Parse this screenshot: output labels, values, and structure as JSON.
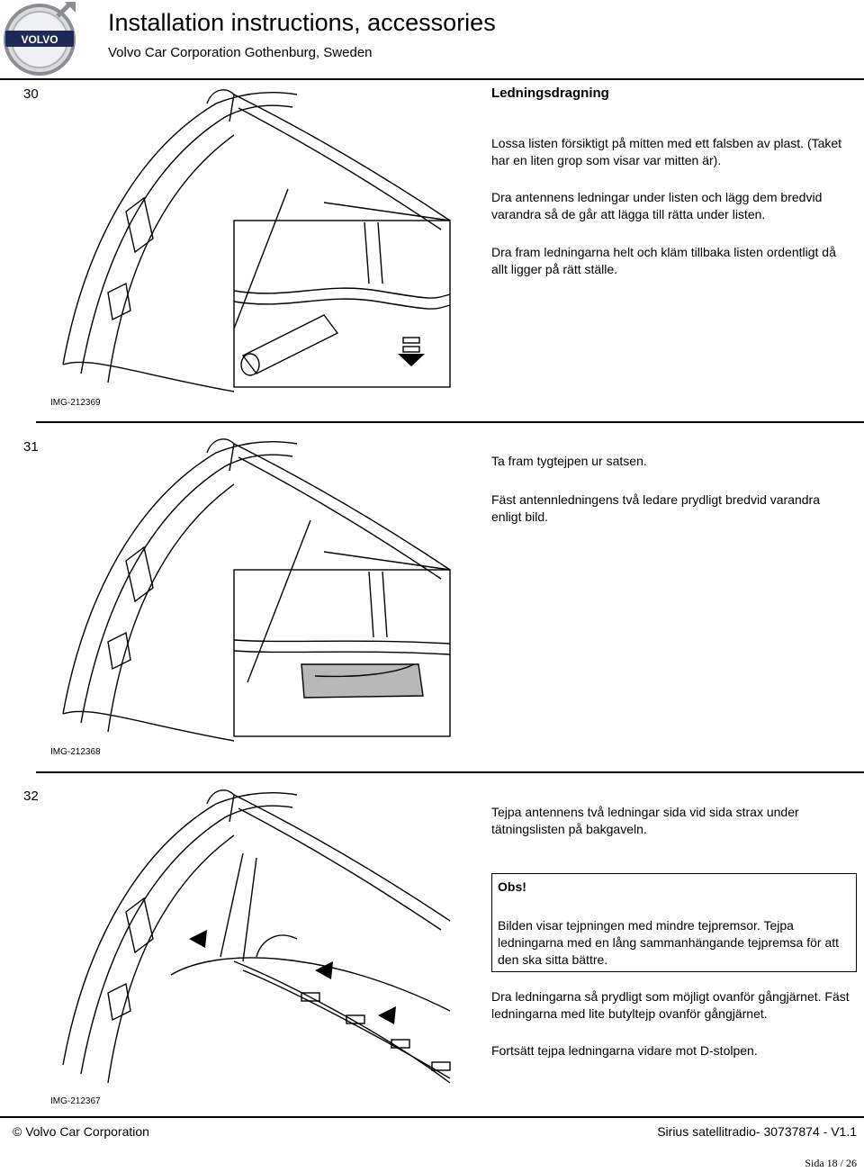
{
  "header": {
    "title": "Installation instructions, accessories",
    "subtitle": "Volvo Car Corporation Gothenburg, Sweden",
    "logo_text": "VOLVO"
  },
  "steps": [
    {
      "number": "30",
      "title": "Ledningsdragning",
      "paragraphs": [
        "Lossa listen försiktigt på mitten med ett falsben av plast. (Taket har en liten grop som visar var mitten är).",
        "Dra antennens ledningar under listen och lägg dem bredvid varandra så de går att lägga till rätta under listen.",
        "Dra fram ledningarna helt och kläm tillbaka listen ordentligt då allt ligger på rätt ställe."
      ],
      "image_ref": "IMG-212369"
    },
    {
      "number": "31",
      "paragraphs": [
        "Ta fram tygtejpen ur satsen.",
        "Fäst antennledningens två ledare prydligt bredvid varandra enligt bild."
      ],
      "image_ref": "IMG-212368"
    },
    {
      "number": "32",
      "paragraphs": [
        "Tejpa antennens två ledningar sida vid sida strax under tätningslisten på bakgaveln."
      ],
      "note": {
        "heading": "Obs!",
        "text": "Bilden visar tejpningen med mindre tejpremsor. Tejpa ledningarna med en lång sammanhängande tejpremsa för att den ska sitta bättre."
      },
      "after_note": [
        "Dra ledningarna så prydligt som möjligt ovanför gångjärnet. Fäst ledningarna med lite butyltejp ovanför gångjärnet.",
        "Fortsätt tejpa ledningarna vidare mot D-stolpen."
      ],
      "image_ref": "IMG-212367"
    }
  ],
  "footer": {
    "copyright": "© Volvo Car Corporation",
    "doc": "Sirius satellitradio- 30737874 - V1.1",
    "page": "Sida 18 / 26"
  }
}
